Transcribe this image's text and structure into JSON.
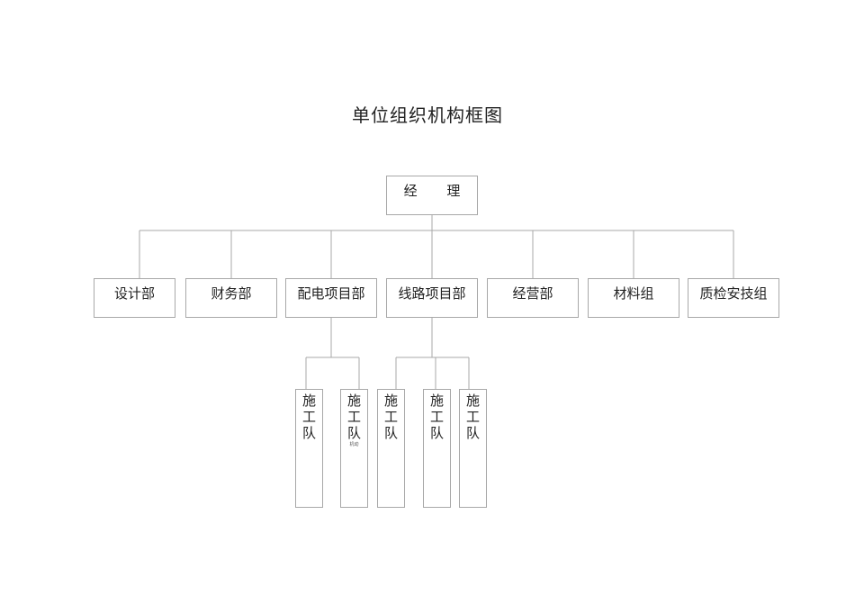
{
  "title": "单位组织机构框图",
  "manager": "经  理",
  "departments": [
    {
      "label": "设计部"
    },
    {
      "label": "财务部"
    },
    {
      "label": "配电项目部"
    },
    {
      "label": "线路项目部"
    },
    {
      "label": "经营部"
    },
    {
      "label": "材料组"
    },
    {
      "label": "质检安技组"
    }
  ],
  "teams": [
    {
      "chars": [
        "施",
        "工",
        "队"
      ],
      "note": ""
    },
    {
      "chars": [
        "施",
        "工",
        "队"
      ],
      "note": "机动"
    },
    {
      "chars": [
        "施",
        "工",
        "队"
      ],
      "note": ""
    },
    {
      "chars": [
        "施",
        "工",
        "队"
      ],
      "note": ""
    },
    {
      "chars": [
        "施",
        "工",
        "队"
      ],
      "note": ""
    }
  ],
  "colors": {
    "line": "#a8a8a8",
    "text": "#222222",
    "background": "#ffffff"
  }
}
